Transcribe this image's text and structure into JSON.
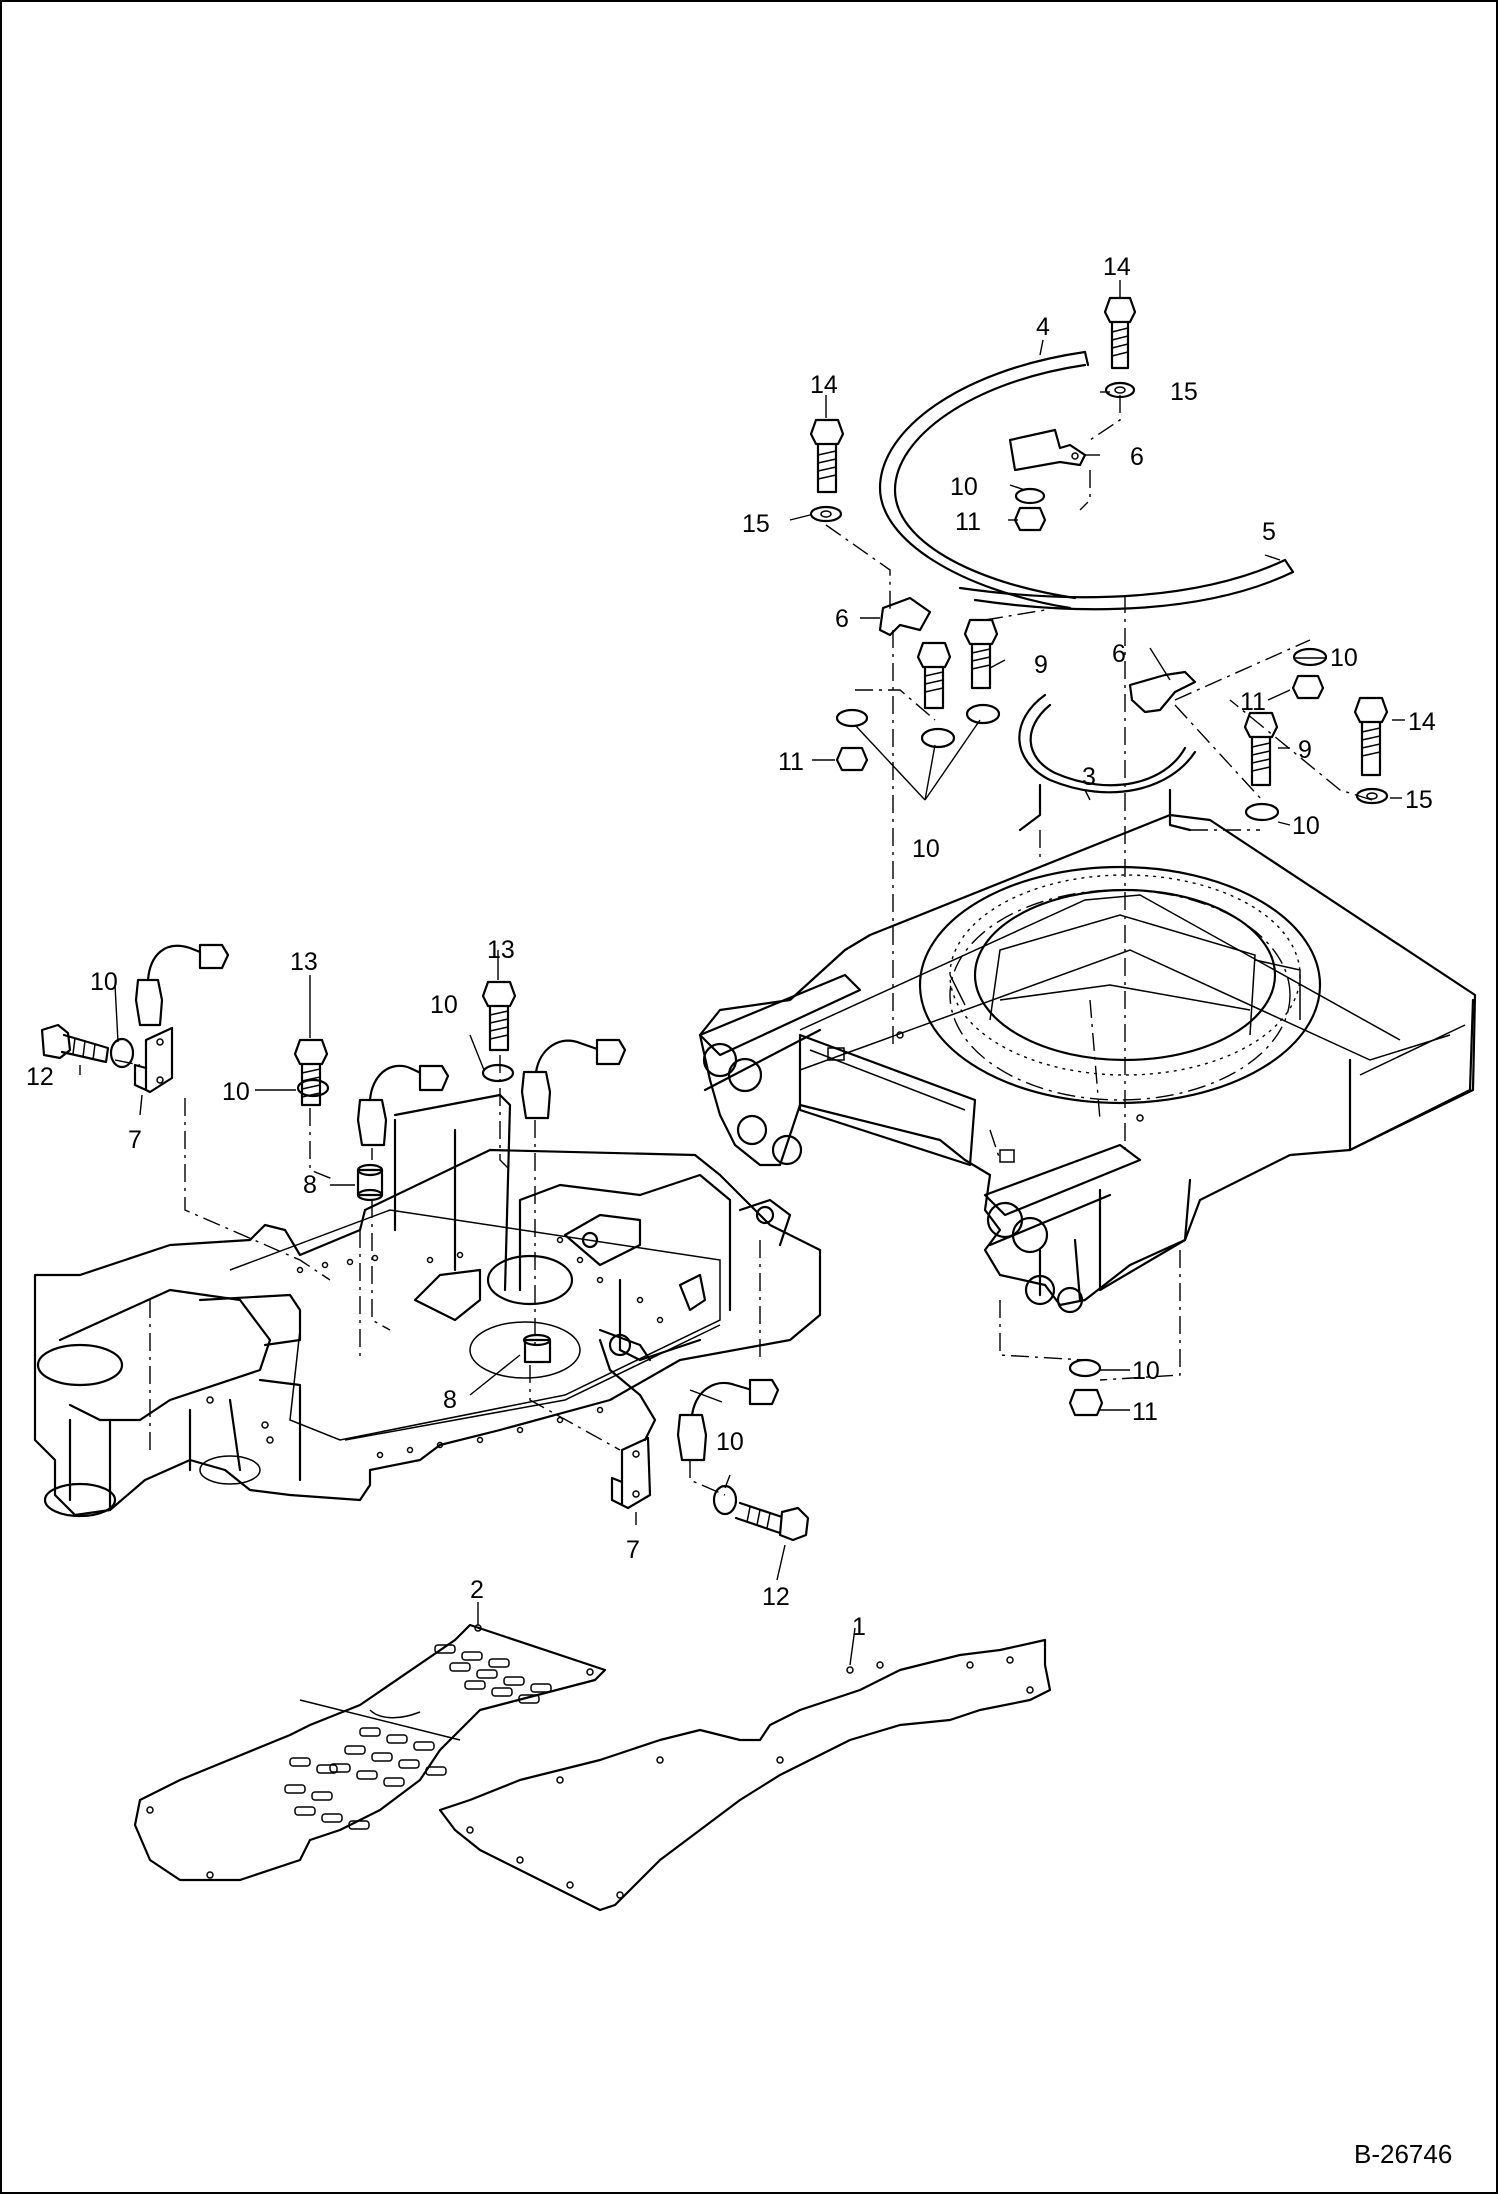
{
  "figure": {
    "reference": "B-26746"
  },
  "callouts": [
    {
      "id": "c1",
      "text": "1"
    },
    {
      "id": "c2",
      "text": "2"
    },
    {
      "id": "c3",
      "text": "3"
    },
    {
      "id": "c4",
      "text": "4"
    },
    {
      "id": "c5",
      "text": "5"
    },
    {
      "id": "c6a",
      "text": "6"
    },
    {
      "id": "c6b",
      "text": "6"
    },
    {
      "id": "c6c",
      "text": "6"
    },
    {
      "id": "c7a",
      "text": "7"
    },
    {
      "id": "c7b",
      "text": "7"
    },
    {
      "id": "c8a",
      "text": "8"
    },
    {
      "id": "c8b",
      "text": "8"
    },
    {
      "id": "c9a",
      "text": "9"
    },
    {
      "id": "c9b",
      "text": "9"
    },
    {
      "id": "c10a",
      "text": "10"
    },
    {
      "id": "c10b",
      "text": "10"
    },
    {
      "id": "c10c",
      "text": "10"
    },
    {
      "id": "c10d",
      "text": "10"
    },
    {
      "id": "c10e",
      "text": "10"
    },
    {
      "id": "c10f",
      "text": "10"
    },
    {
      "id": "c10g",
      "text": "10"
    },
    {
      "id": "c10h",
      "text": "10"
    },
    {
      "id": "c10i",
      "text": "10"
    },
    {
      "id": "c11a",
      "text": "11"
    },
    {
      "id": "c11b",
      "text": "11"
    },
    {
      "id": "c11c",
      "text": "11"
    },
    {
      "id": "c11d",
      "text": "11"
    },
    {
      "id": "c12a",
      "text": "12"
    },
    {
      "id": "c12b",
      "text": "12"
    },
    {
      "id": "c13a",
      "text": "13"
    },
    {
      "id": "c13b",
      "text": "13"
    },
    {
      "id": "c14a",
      "text": "14"
    },
    {
      "id": "c14b",
      "text": "14"
    },
    {
      "id": "c14c",
      "text": "14"
    },
    {
      "id": "c15a",
      "text": "15"
    },
    {
      "id": "c15b",
      "text": "15"
    },
    {
      "id": "c15c",
      "text": "15"
    }
  ]
}
